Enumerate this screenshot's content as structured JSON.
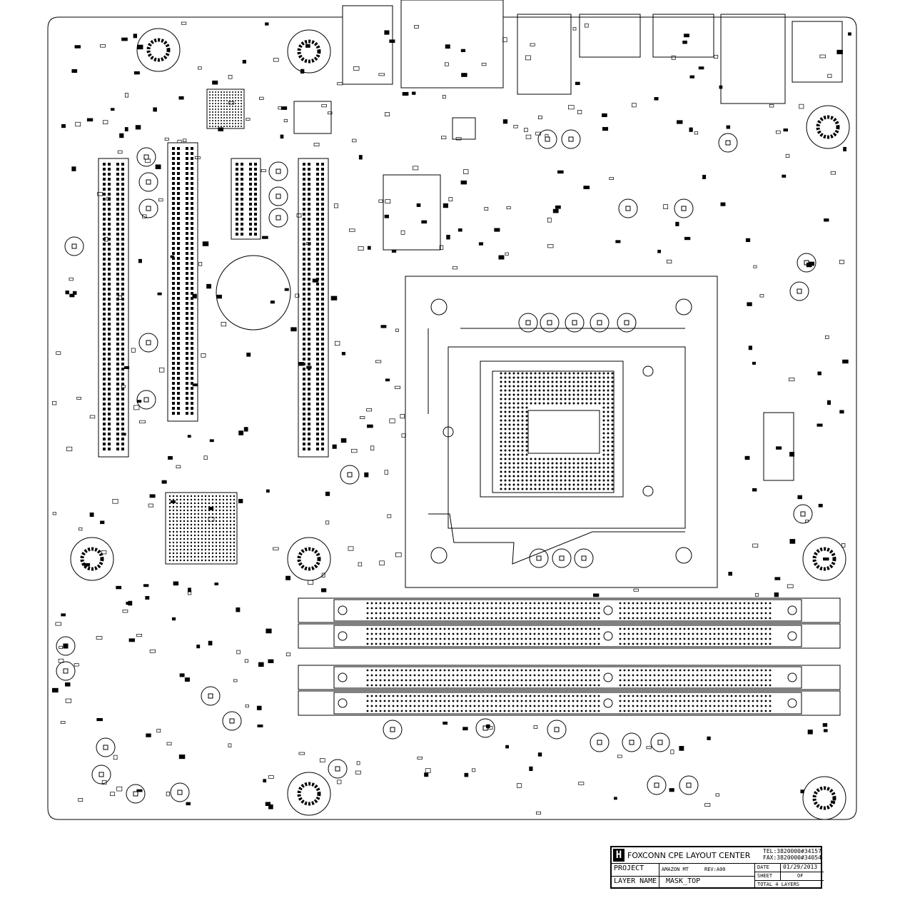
{
  "title_block": {
    "company": "FOXCONN CPE LAYOUT CENTER",
    "tel": "TEL:3820000#34157",
    "fax": "FAX:3820000#34054",
    "project_label": "PROJECT",
    "project_value": "AMAZON MT",
    "rev": "REV:A00",
    "layer_name_label": "LAYER NAME",
    "layer_name_value": "MASK_TOP",
    "date_label": "DATE",
    "date_value": "01/29/2013",
    "sheet_label": "SHEET",
    "sheet_value": "OF",
    "total_layers": "TOTAL 4 LAYERS"
  },
  "colors": {
    "line": "#000000",
    "background": "#ffffff"
  }
}
